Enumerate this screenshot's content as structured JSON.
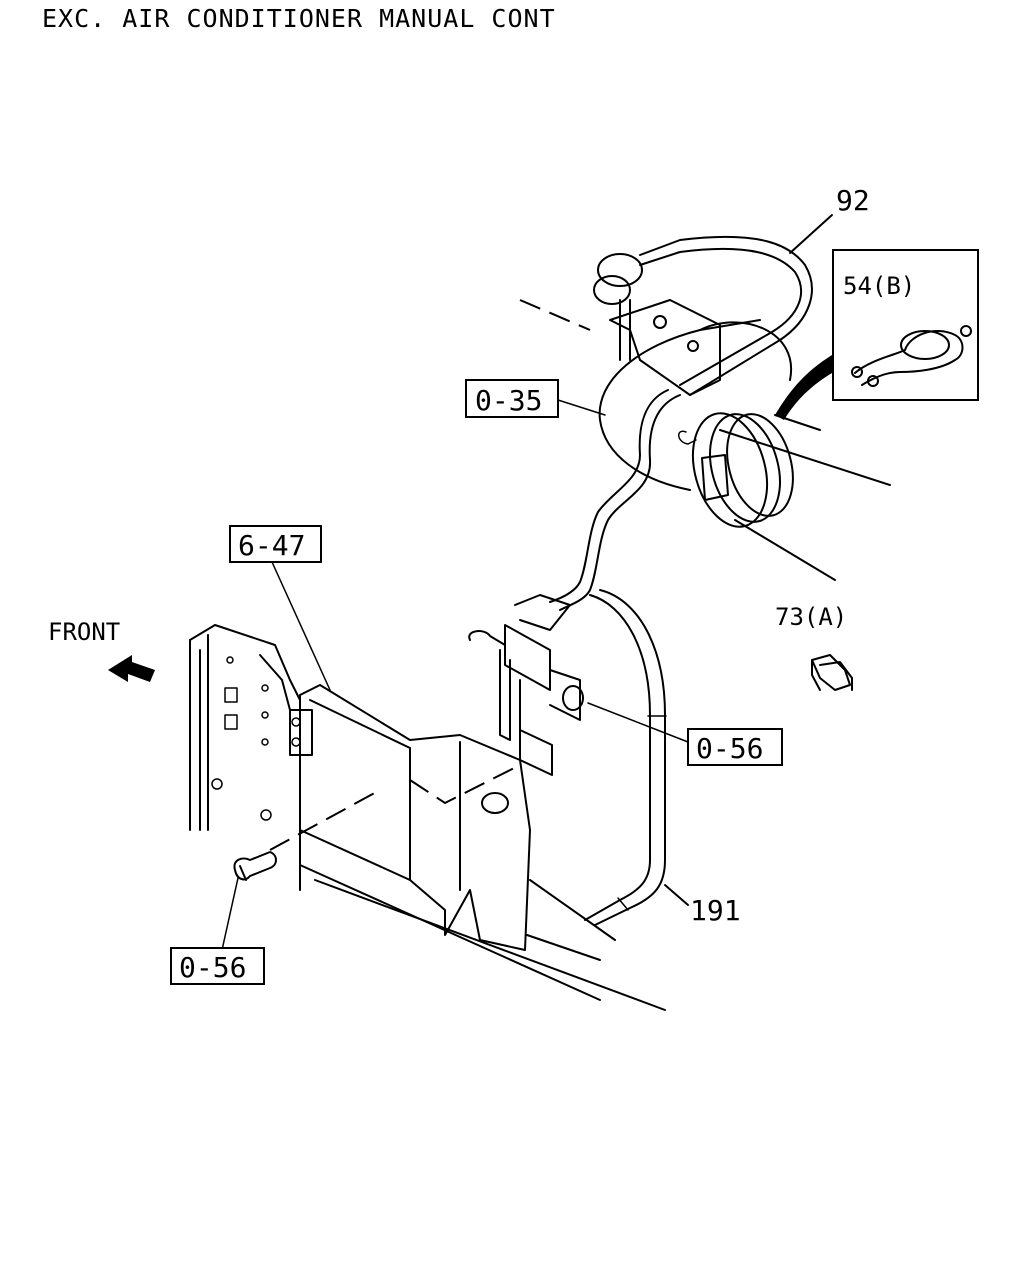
{
  "title": "EXC. AIR CONDITIONER MANUAL CONT",
  "direction_label": "FRONT",
  "callouts": {
    "c92": "92",
    "c54b": "54(B)",
    "c035": "0-35",
    "c647": "6-47",
    "c73a": "73(A)",
    "c056_right": "0-56",
    "c191": "191",
    "c056_left": "0-56"
  },
  "boxed_callouts": [
    "0-35",
    "6-47",
    "0-56",
    "0-56"
  ],
  "colors": {
    "ink": "#000000",
    "paper": "#ffffff"
  }
}
